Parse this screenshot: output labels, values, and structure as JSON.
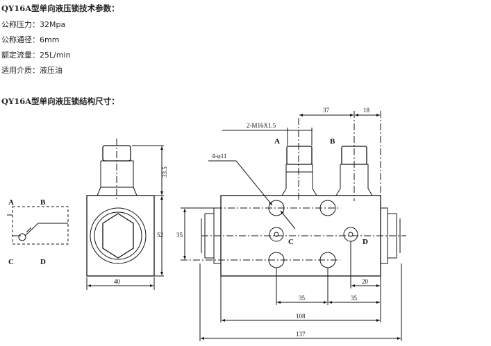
{
  "specs": {
    "title": "QY16A型单向液压锁技术参数：",
    "items": [
      {
        "label": "公称压力：",
        "value": "32Mpa"
      },
      {
        "label": "公称通径：",
        "value": "6mm"
      },
      {
        "label": "额定流量：",
        "value": "25L/min"
      },
      {
        "label": "适用介质：",
        "value": "液压油"
      }
    ]
  },
  "drawing": {
    "title": "QY16A型单向液压锁结构尺寸：",
    "ports": {
      "a": "A",
      "b": "B",
      "c": "C",
      "d": "D"
    },
    "dims": {
      "d37": "37",
      "d18": "18",
      "thread": "2-M16X1.5",
      "holes": "4-φ11",
      "d33_5": "33.5",
      "d52": "52",
      "d40": "40",
      "d35v": "35",
      "d35h1": "35",
      "d35h2": "35",
      "d20": "20",
      "d108": "108",
      "d137": "137"
    }
  }
}
